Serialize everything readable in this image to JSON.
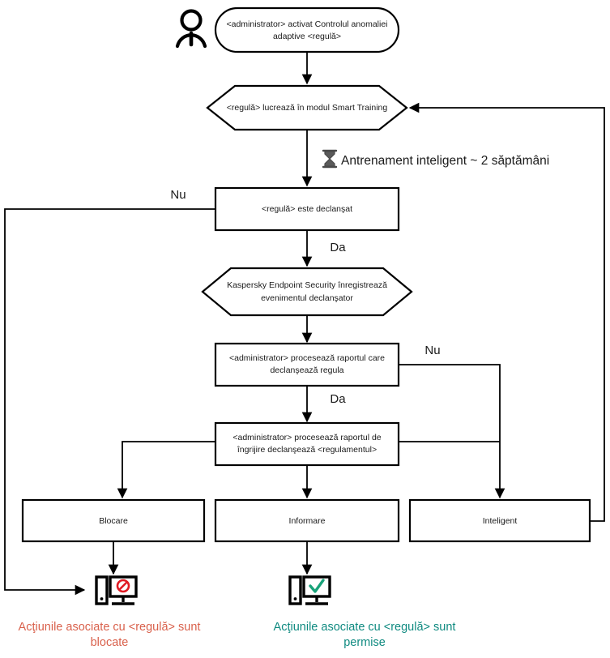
{
  "diagram": {
    "title": "Adaptive Anomaly Control rule workflow",
    "language": "ro",
    "colors": {
      "stroke": "#000000",
      "background": "#ffffff",
      "blocked_caption": "#d9614c",
      "allowed_caption": "#0f8a80",
      "blocked_icon_badge": "#e01b24",
      "allowed_icon_badge": "#19a37a"
    },
    "nodes": {
      "actor": {
        "icon": "person-icon",
        "label": ""
      },
      "start": {
        "shape": "rounded-rectangle",
        "line1": "<administrator> activat Controlul anomaliei",
        "line2": "adaptive <regulă>"
      },
      "smart_training": {
        "shape": "hexagon",
        "label": "<regulă> lucrează în modul Smart Training"
      },
      "rule_triggered": {
        "shape": "rectangle",
        "label": "<regulă> este declanşat"
      },
      "kes_registers": {
        "shape": "hexagon",
        "line1": "Kaspersky Endpoint Security înregistrează",
        "line2": "evenimentul declanşator"
      },
      "admin_processes_report": {
        "shape": "rectangle",
        "line1": "<administrator> procesează raportul care",
        "line2": "declanşează regula"
      },
      "admin_processes_care_report": {
        "shape": "rectangle",
        "line1": "<administrator> procesează raportul de",
        "line2": "îngrijire declanşează <regulamentul>"
      },
      "block": {
        "shape": "rectangle",
        "label": "Blocare"
      },
      "inform": {
        "shape": "rectangle",
        "label": "Informare"
      },
      "smart": {
        "shape": "rectangle",
        "label": "Inteligent"
      }
    },
    "notes": {
      "training_duration": {
        "icon": "hourglass-icon",
        "text": "Antrenament inteligent ~ 2 săptămâni"
      }
    },
    "edge_labels": {
      "rule_triggered_no": "Nu",
      "rule_triggered_yes": "Da",
      "admin_report_no": "Nu",
      "admin_report_yes": "Da"
    },
    "outcomes": {
      "blocked": {
        "icon": "computer-blocked-icon",
        "line1": "Acţiunile asociate cu <regulă> sunt",
        "line2": "blocate"
      },
      "allowed": {
        "icon": "computer-allowed-icon",
        "line1": "Acţiunile asociate cu <regulă> sunt",
        "line2": "permise"
      }
    }
  }
}
